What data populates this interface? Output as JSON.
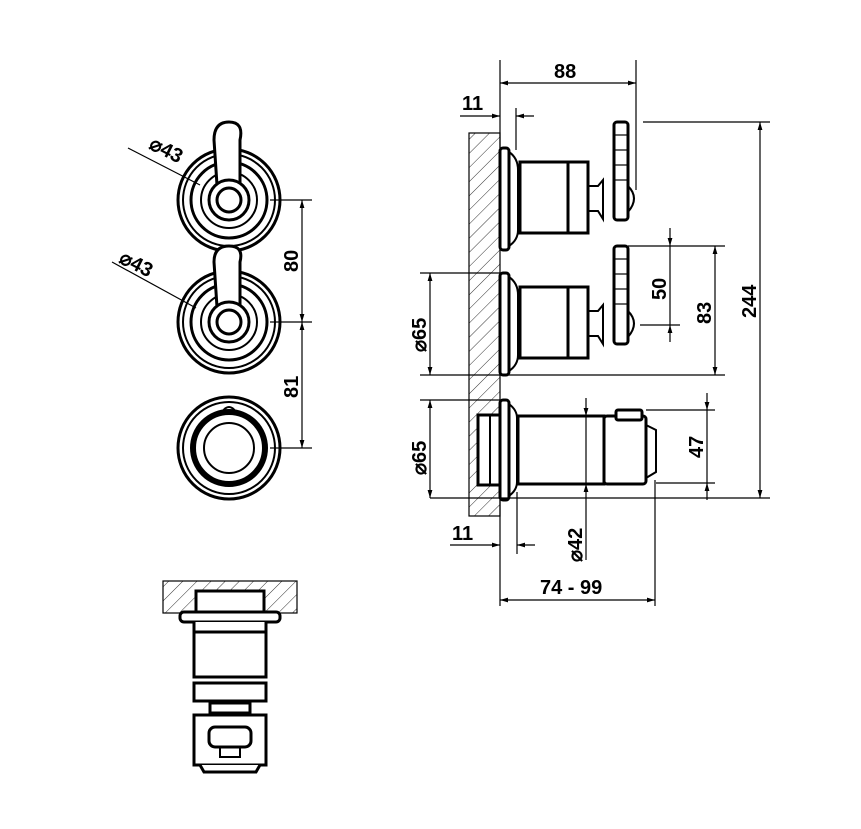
{
  "front_view": {
    "diameter_top": "⌀43",
    "diameter_middle": "⌀43",
    "spacing_top": "80",
    "spacing_bottom": "81"
  },
  "side_view": {
    "overall_depth": "88",
    "flange_top": "11",
    "flange_bottom": "11",
    "total_height": "244",
    "lever_height": "50",
    "handle_height": "83",
    "rosette_diameter_middle": "⌀65",
    "rosette_diameter_bottom": "⌀65",
    "knob_height": "47",
    "body_diameter": "⌀42",
    "depth_range": "74 - 99"
  },
  "colors": {
    "line": "#000000",
    "background": "#ffffff"
  }
}
